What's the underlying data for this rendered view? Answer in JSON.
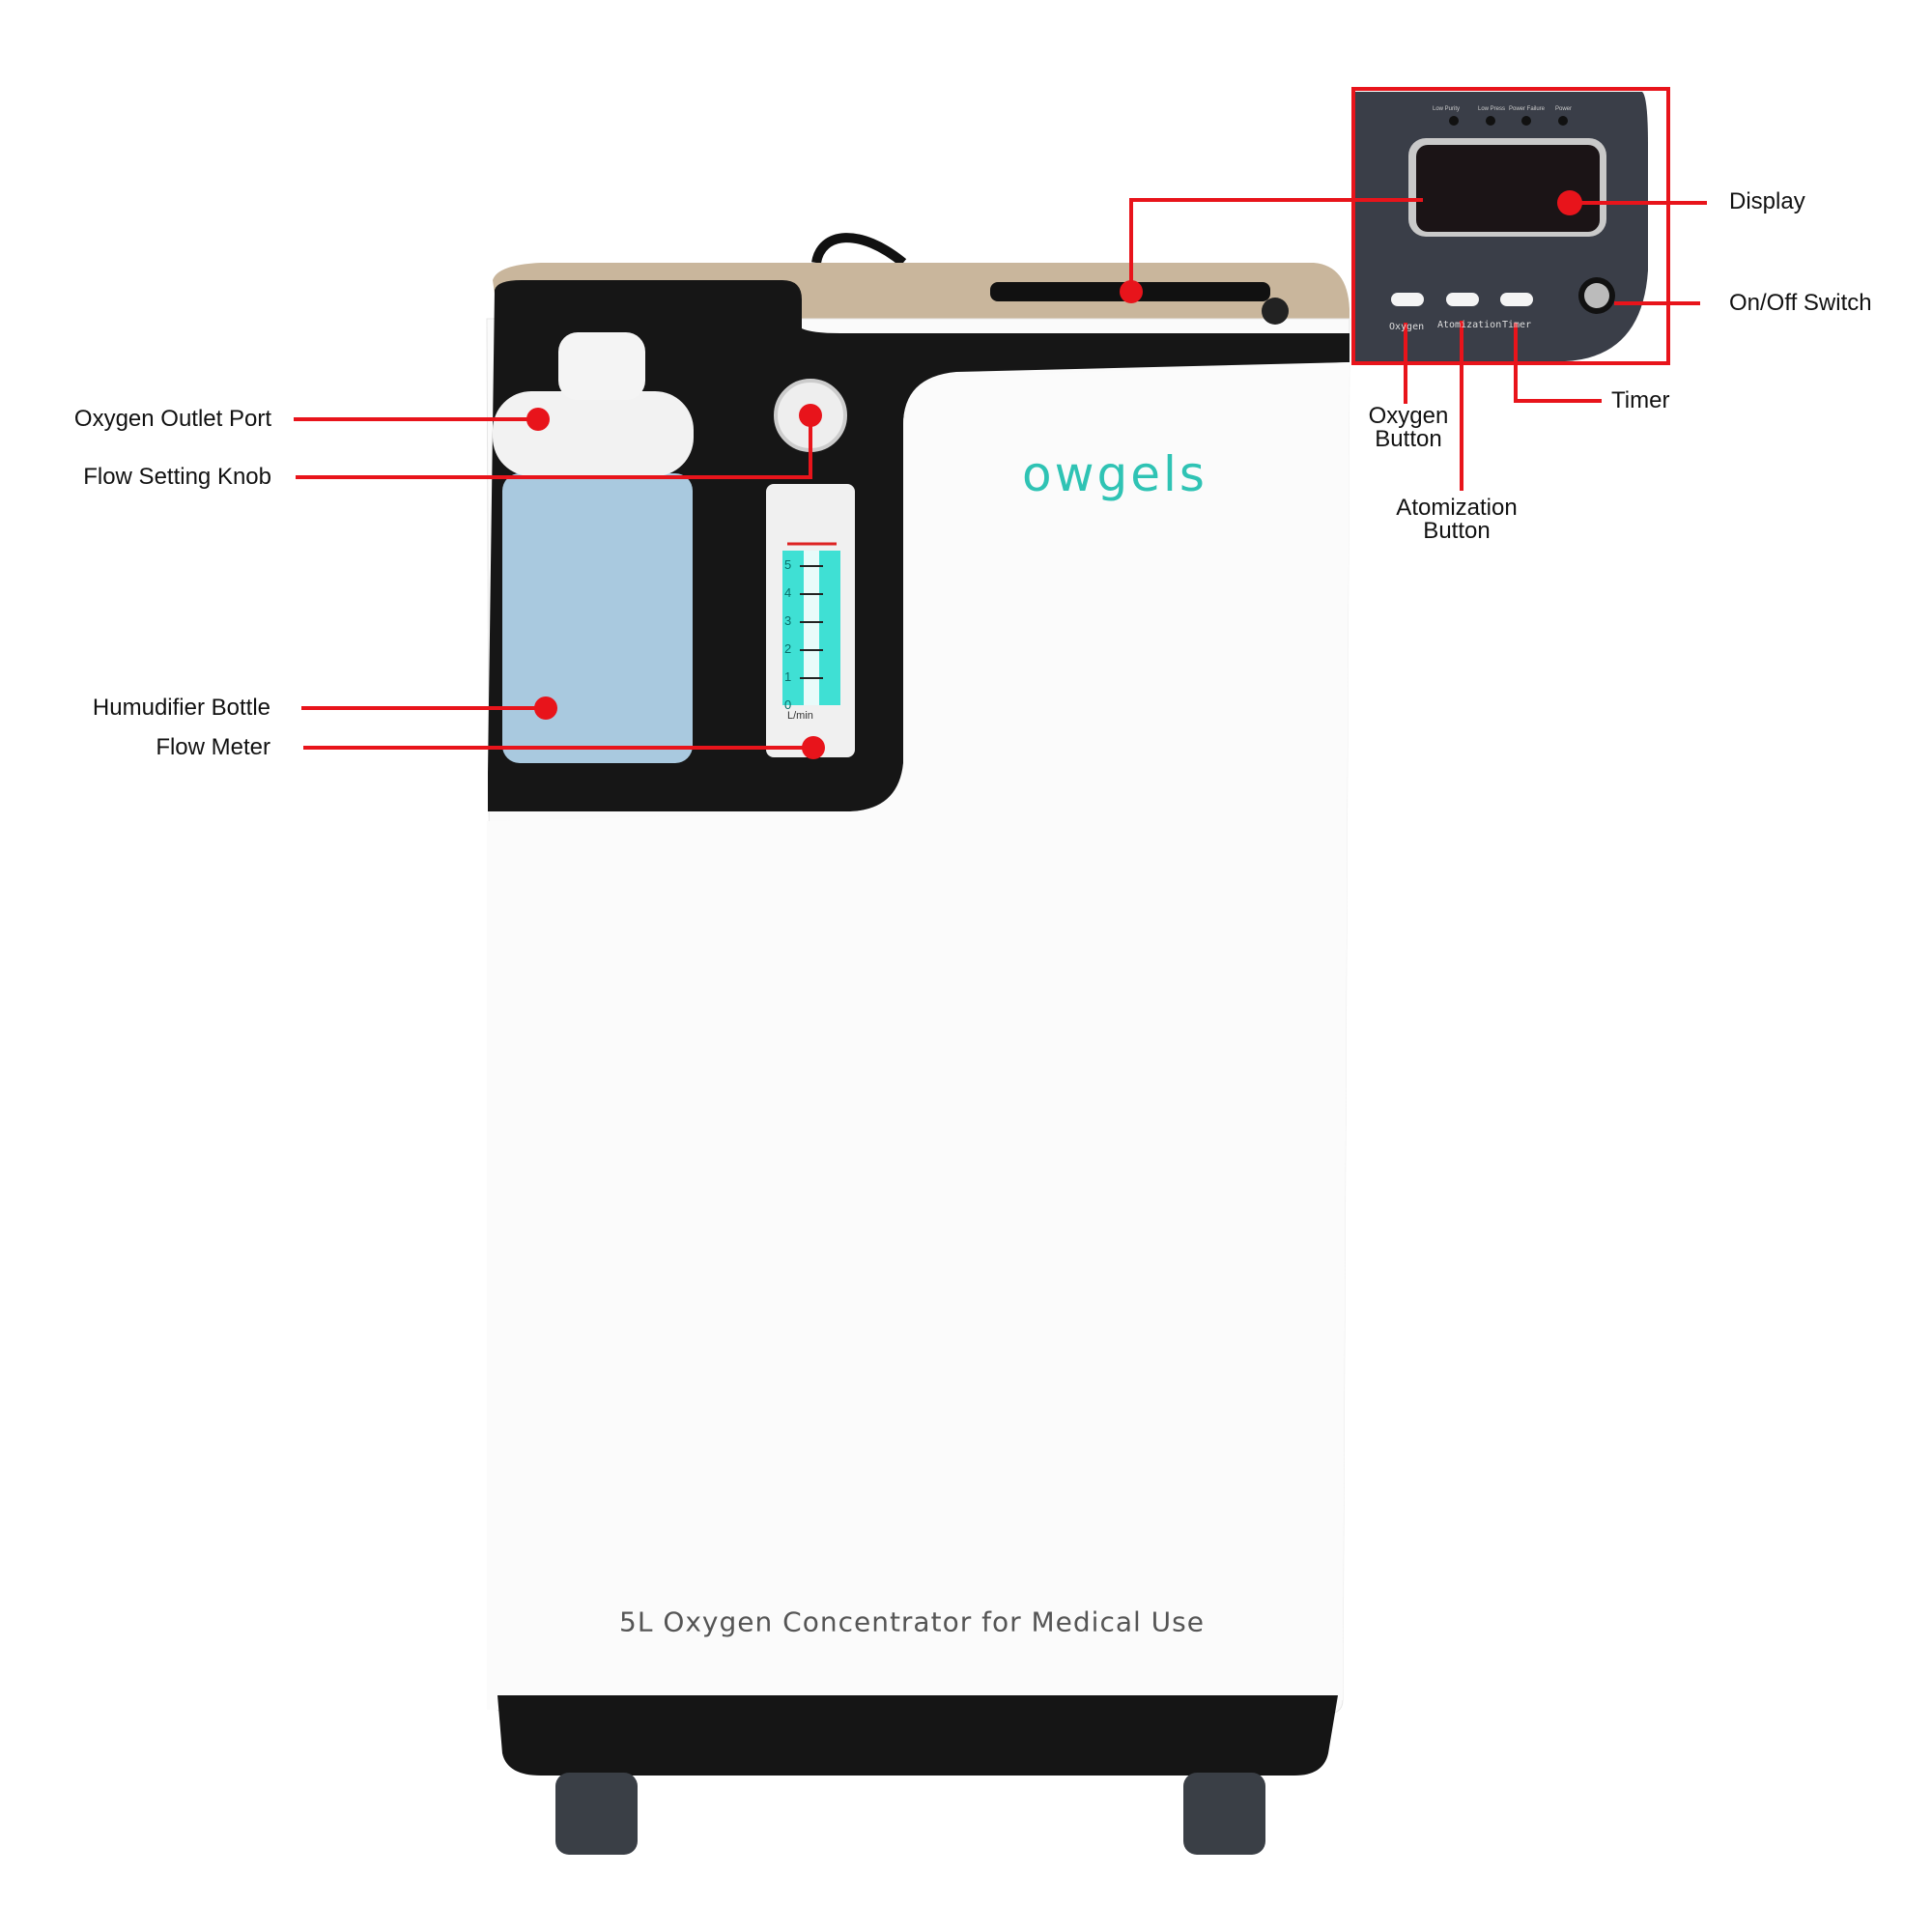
{
  "product": {
    "brand": "owgels",
    "tagline": "5L Oxygen Concentrator for Medical Use",
    "flow_meter_scale": [
      "0",
      "1",
      "2",
      "3",
      "4",
      "5"
    ],
    "flow_meter_unit": "L/min",
    "panel_button_labels": [
      "Oxygen",
      "Atomization",
      "Timer"
    ],
    "indicator_labels": [
      "Low Purity",
      "Low Press",
      "Power Failure",
      "Power"
    ]
  },
  "callouts": {
    "left": [
      {
        "label": "Oxygen Outlet Port"
      },
      {
        "label": "Flow Setting Knob"
      },
      {
        "label": "Humudifier Bottle"
      },
      {
        "label": "Flow Meter"
      }
    ],
    "right": [
      {
        "label": "Display"
      },
      {
        "label": "On/Off Switch"
      },
      {
        "label": "Timer"
      }
    ],
    "oxygen_button": {
      "line1": "Oxygen",
      "line2": "Button"
    },
    "atomization_button": {
      "line1": "Atomization",
      "line2": "Button"
    }
  },
  "colors": {
    "callout": "#e8141b",
    "brand": "#2fc3b4",
    "body": "#ffffff",
    "trim": "#141414"
  }
}
